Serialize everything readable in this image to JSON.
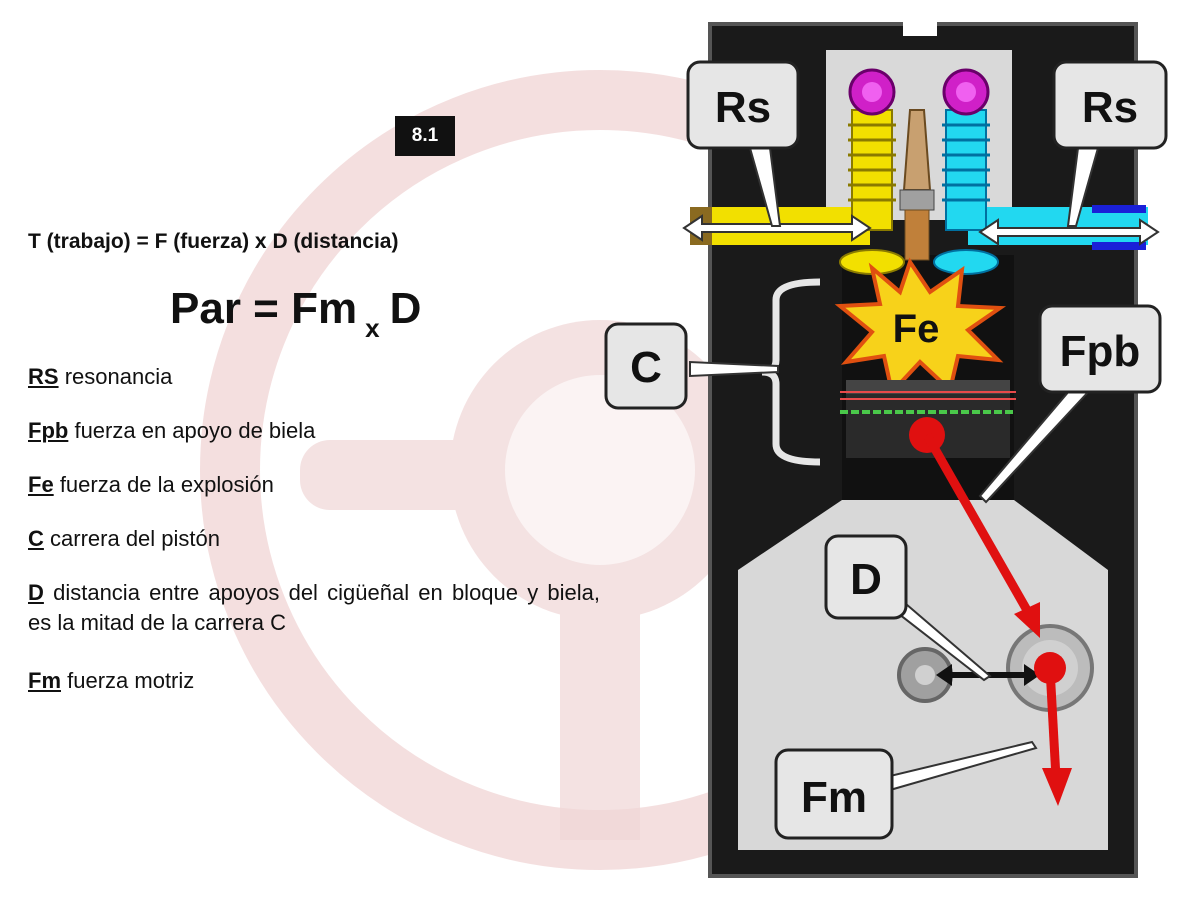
{
  "slide_number": "8.1",
  "formula_work": "T (trabajo) = F (fuerza) x D (distancia)",
  "formula_torque": {
    "left": "Par = Fm",
    "subscript": "x",
    "right": "D"
  },
  "legend": [
    {
      "term": "RS",
      "text": "resonancia"
    },
    {
      "term": "Fpb",
      "text": "fuerza en apoyo de biela"
    },
    {
      "term": "Fe",
      "text": "fuerza de la explosión"
    },
    {
      "term": "C",
      "text": "carrera del pistón"
    },
    {
      "term": "D",
      "text": "distancia entre apoyos del cigüeñal en bloque y biela, es la mitad de la carrera C"
    },
    {
      "term": "Fm",
      "text": "fuerza motriz"
    }
  ],
  "diagram_labels": {
    "rs_left": "Rs",
    "rs_right": "Rs",
    "fe": "Fe",
    "c": "C",
    "fpb": "Fpb",
    "d": "D",
    "fm": "Fm"
  },
  "colors": {
    "intake_valve": "#f2e000",
    "exhaust_valve": "#22d8f0",
    "valve_top": "#d020c8",
    "force_arrow": "#e01010",
    "engine_block": "#1a1a1a",
    "engine_interior": "#d8d8d8",
    "watermark": "#e8c4c4"
  }
}
